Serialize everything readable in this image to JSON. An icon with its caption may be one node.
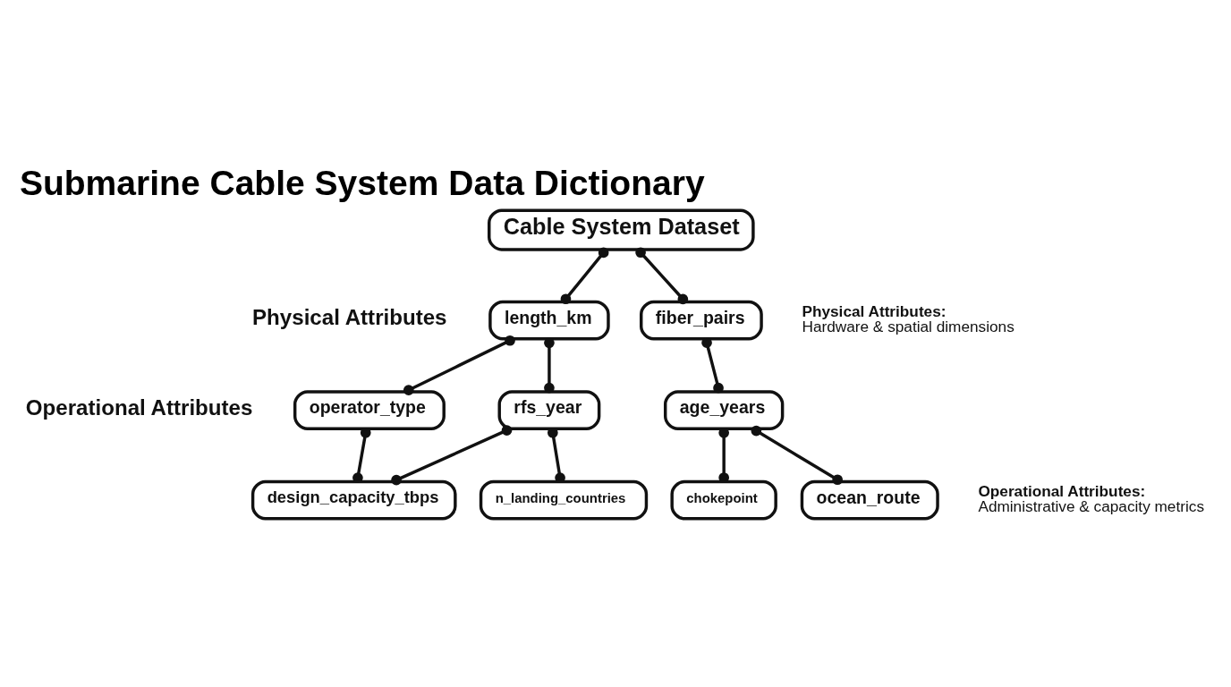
{
  "diagram": {
    "title": "Submarine Cable System Data Dictionary",
    "nodes": [
      {
        "text": [
          "Cable System Dataset"
        ]
      },
      {
        "text": [
          "length_km"
        ]
      },
      {
        "text": [
          "fiber_pairs"
        ]
      },
      {
        "text": [
          "operator_type"
        ]
      },
      {
        "text": [
          "rfs_year"
        ]
      },
      {
        "text": [
          "age_years"
        ]
      },
      {
        "text": [
          "design_capacity_tbps"
        ]
      },
      {
        "text": [
          "n_landing_countries"
        ]
      },
      {
        "text": [
          "chokepoint"
        ]
      },
      {
        "text": [
          "ocean_route"
        ]
      }
    ],
    "edges": [
      {
        "from": 0,
        "to": 1,
        "arrow": "other"
      },
      {
        "from": 0,
        "to": 2,
        "arrow": "other"
      },
      {
        "from": 1,
        "to": 3,
        "arrow": "other"
      },
      {
        "from": 1,
        "to": 4,
        "arrow": "other"
      },
      {
        "from": 2,
        "to": 5,
        "arrow": "other"
      },
      {
        "from": 3,
        "to": 6,
        "arrow": "other"
      },
      {
        "from": 4,
        "to": 6,
        "arrow": "other"
      },
      {
        "from": 4,
        "to": 7,
        "arrow": "other"
      },
      {
        "from": 5,
        "to": 8,
        "arrow": "other"
      },
      {
        "from": 5,
        "to": 9,
        "arrow": "other"
      }
    ],
    "labels": [
      "Physical Attributes",
      "**Physical Attributes:** Hardware & spatial dimensions",
      "Operational Attributes",
      "**Operational Attributes:** Administrative & capacity metrics"
    ]
  }
}
